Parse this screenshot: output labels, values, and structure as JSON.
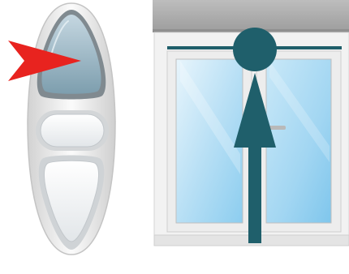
{
  "remote": {
    "buttons": [
      {
        "name": "up",
        "state": "pressed"
      },
      {
        "name": "stop",
        "state": "idle"
      },
      {
        "name": "down",
        "state": "idle"
      }
    ],
    "pointer_icon": "arrow-right-icon",
    "pointer_color": "#e8231f"
  },
  "window": {
    "shade_action_icon": "arrow-up-icon",
    "indicator_color": "#1f5f6b",
    "frame_color": "#f2f2f2",
    "glass_color": "#9cd3f1",
    "roller_color": "#a9a9a9"
  },
  "footer": {
    "caption": ""
  }
}
